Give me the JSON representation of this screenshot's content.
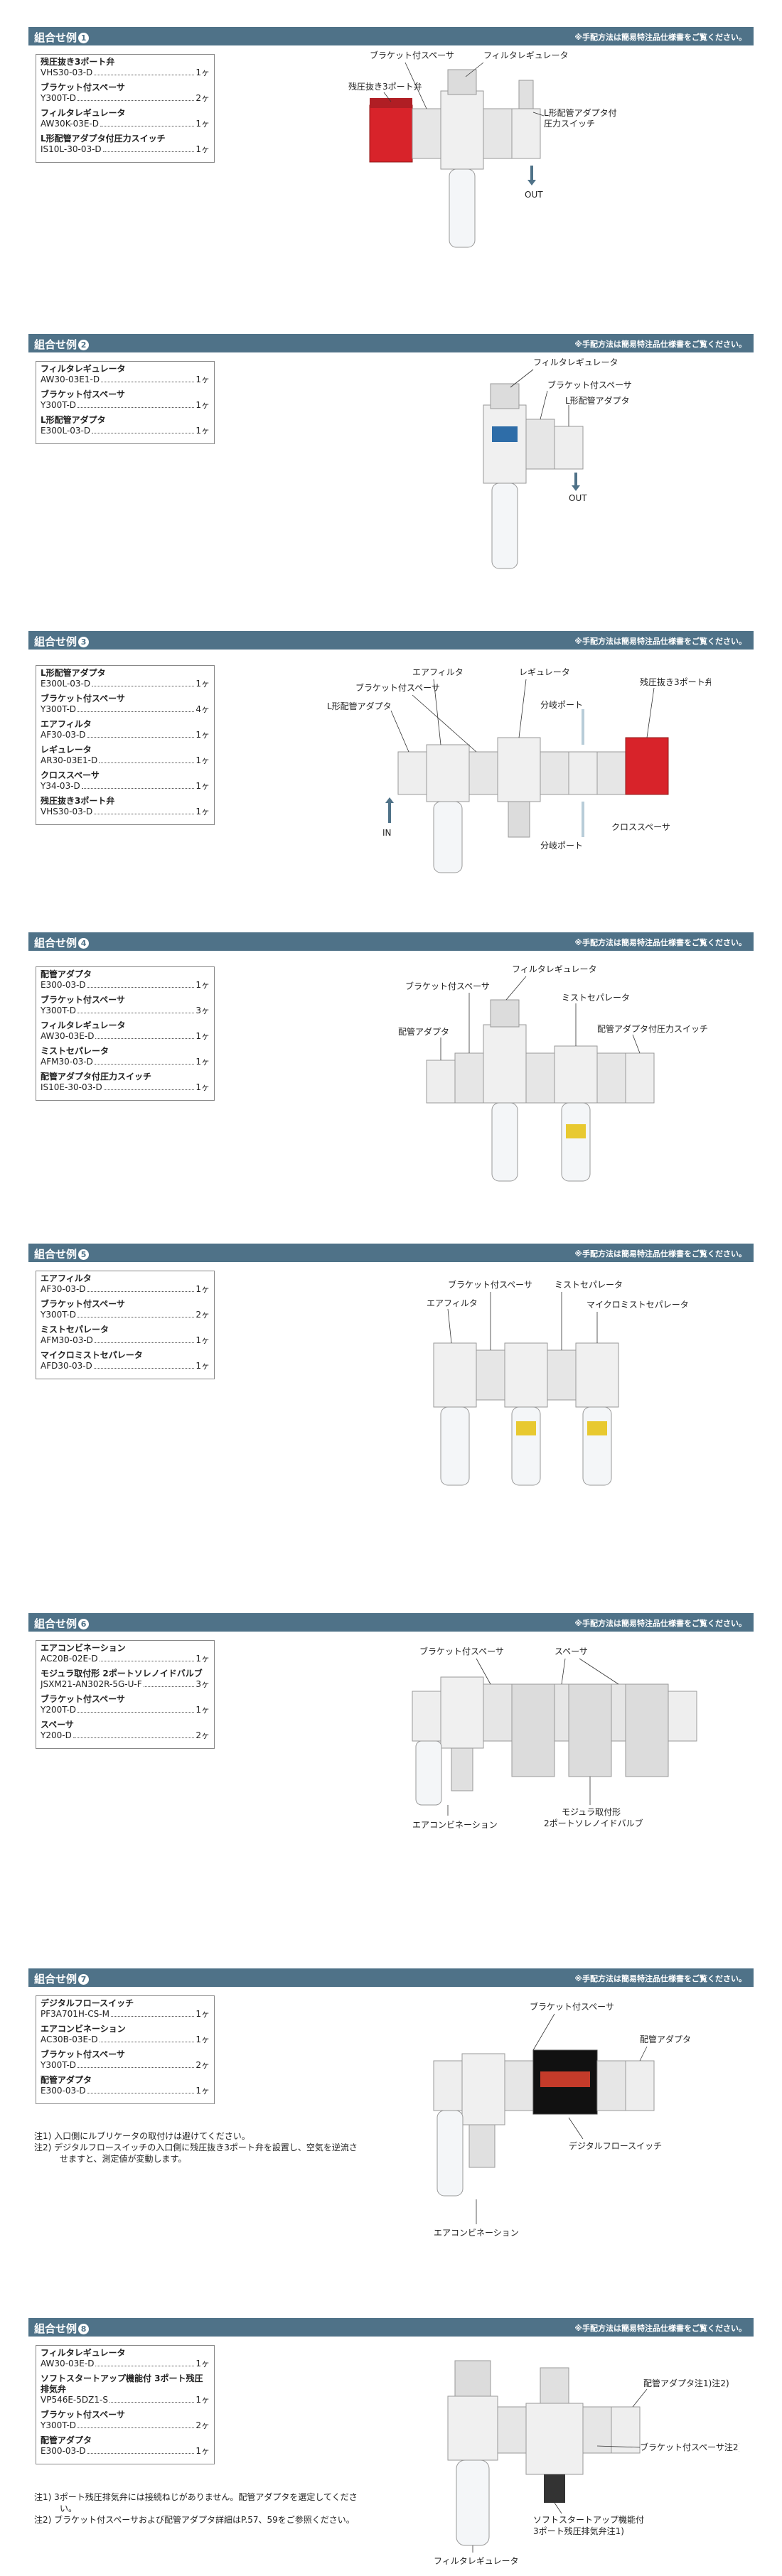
{
  "header_note": "※手配方法は簡易特注品仕様書をご覧ください。",
  "examples": [
    {
      "title": "組合せ例",
      "num": "1",
      "items": [
        {
          "name": "残圧抜き3ポート弁",
          "code": "VHS30-03-D",
          "qty": "1ヶ"
        },
        {
          "name": "ブラケット付スペーサ",
          "code": "Y300T-D",
          "qty": "2ヶ"
        },
        {
          "name": "フィルタレギュレータ",
          "code": "AW30K-03E-D",
          "qty": "1ヶ"
        },
        {
          "name": "L形配管アダプタ付圧力スイッチ",
          "code": "IS10L-30-03-D",
          "qty": "1ヶ"
        }
      ],
      "labels": [
        "ブラケット付スペーサ",
        "フィルタレギュレータ",
        "残圧抜き3ポート弁",
        "L形配管アダプタ付",
        "圧力スイッチ",
        "OUT"
      ]
    },
    {
      "title": "組合せ例",
      "num": "2",
      "items": [
        {
          "name": "フィルタレギュレータ",
          "code": "AW30-03E1-D",
          "qty": "1ヶ"
        },
        {
          "name": "ブラケット付スペーサ",
          "code": "Y300T-D",
          "qty": "1ヶ"
        },
        {
          "name": "L形配管アダプタ",
          "code": "E300L-03-D",
          "qty": "1ヶ"
        }
      ],
      "labels": [
        "フィルタレギュレータ",
        "ブラケット付スペーサ",
        "L形配管アダプタ",
        "OUT"
      ]
    },
    {
      "title": "組合せ例",
      "num": "3",
      "items": [
        {
          "name": "L形配管アダプタ",
          "code": "E300L-03-D",
          "qty": "1ヶ"
        },
        {
          "name": "ブラケット付スペーサ",
          "code": "Y300T-D",
          "qty": "4ヶ"
        },
        {
          "name": "エアフィルタ",
          "code": "AF30-03-D",
          "qty": "1ヶ"
        },
        {
          "name": "レギュレータ",
          "code": "AR30-03E1-D",
          "qty": "1ヶ"
        },
        {
          "name": "クロススペーサ",
          "code": "Y34-03-D",
          "qty": "1ヶ"
        },
        {
          "name": "残圧抜き3ポート弁",
          "code": "VHS30-03-D",
          "qty": "1ヶ"
        }
      ],
      "labels": [
        "エアフィルタ",
        "レギュレータ",
        "ブラケット付スペーサ",
        "残圧抜き3ポート弁",
        "L形配管アダプタ",
        "分岐ポート",
        "IN",
        "分岐ポート",
        "クロススペーサ"
      ]
    },
    {
      "title": "組合せ例",
      "num": "4",
      "items": [
        {
          "name": "配管アダプタ",
          "code": "E300-03-D",
          "qty": "1ヶ"
        },
        {
          "name": "ブラケット付スペーサ",
          "code": "Y300T-D",
          "qty": "3ヶ"
        },
        {
          "name": "フィルタレギュレータ",
          "code": "AW30-03E-D",
          "qty": "1ヶ"
        },
        {
          "name": "ミストセパレータ",
          "code": "AFM30-03-D",
          "qty": "1ヶ"
        },
        {
          "name": "配管アダプタ付圧力スイッチ",
          "code": "IS10E-30-03-D",
          "qty": "1ヶ"
        }
      ],
      "labels": [
        "フィルタレギュレータ",
        "ブラケット付スペーサ",
        "ミストセパレータ",
        "配管アダプタ",
        "配管アダプタ付圧力スイッチ"
      ]
    },
    {
      "title": "組合せ例",
      "num": "5",
      "items": [
        {
          "name": "エアフィルタ",
          "code": "AF30-03-D",
          "qty": "1ヶ"
        },
        {
          "name": "ブラケット付スペーサ",
          "code": "Y300T-D",
          "qty": "2ヶ"
        },
        {
          "name": "ミストセパレータ",
          "code": "AFM30-03-D",
          "qty": "1ヶ"
        },
        {
          "name": "マイクロミストセパレータ",
          "code": "AFD30-03-D",
          "qty": "1ヶ"
        }
      ],
      "labels": [
        "ブラケット付スペーサ",
        "ミストセパレータ",
        "エアフィルタ",
        "マイクロミストセパレータ"
      ]
    },
    {
      "title": "組合せ例",
      "num": "6",
      "items": [
        {
          "name": "エアコンビネーション",
          "code": "AC20B-02E-D",
          "qty": "1ヶ"
        },
        {
          "name": "モジュラ取付形 2ポートソレノイドバルブ",
          "code": "JSXM21-AN302R-5G-U-F",
          "qty": "3ヶ"
        },
        {
          "name": "ブラケット付スペーサ",
          "code": "Y200T-D",
          "qty": "1ヶ"
        },
        {
          "name": "スペーサ",
          "code": "Y200-D",
          "qty": "2ヶ"
        }
      ],
      "labels": [
        "ブラケット付スペーサ",
        "スペーサ",
        "エアコンビネーション",
        "モジュラ取付形",
        "2ポートソレノイドバルブ"
      ]
    },
    {
      "title": "組合せ例",
      "num": "7",
      "items": [
        {
          "name": "デジタルフロースイッチ",
          "code": "PF3A701H-CS-M",
          "qty": "1ヶ"
        },
        {
          "name": "エアコンビネーション",
          "code": "AC30B-03E-D",
          "qty": "1ヶ"
        },
        {
          "name": "ブラケット付スペーサ",
          "code": "Y300T-D",
          "qty": "2ヶ"
        },
        {
          "name": "配管アダプタ",
          "code": "E300-03-D",
          "qty": "1ヶ"
        }
      ],
      "notes": [
        "注1) 入口側にルブリケータの取付けは避けてください。",
        "注2) デジタルフロースイッチの入口側に残圧抜き3ポート弁を設置し、空気を逆流させますと、測定値が変動します。"
      ],
      "labels": [
        "ブラケット付スペーサ",
        "配管アダプタ",
        "デジタルフロースイッチ",
        "エアコンビネーション"
      ]
    },
    {
      "title": "組合せ例",
      "num": "8",
      "items": [
        {
          "name": "フィルタレギュレータ",
          "code": "AW30-03E-D",
          "qty": "1ヶ"
        },
        {
          "name": "ソフトスタートアップ機能付 3ポート残圧排気弁",
          "code": "VP546E-5DZ1-S",
          "qty": "1ヶ"
        },
        {
          "name": "ブラケット付スペーサ",
          "code": "Y300T-D",
          "qty": "2ヶ"
        },
        {
          "name": "配管アダプタ",
          "code": "E300-03-D",
          "qty": "1ヶ"
        }
      ],
      "notes": [
        "注1) 3ポート残圧排気弁には接続ねじがありません。配管アダプタを選定してください。",
        "注2) ブラケット付スペーサおよび配管アダプタ詳細はP.57、59をご参照ください。"
      ],
      "labels": [
        "配管アダプタ注1)注2)",
        "ブラケット付スペーサ注2)",
        "ソフトスタートアップ機能付",
        "3ポート残圧排気弁注1)",
        "フィルタレギュレータ"
      ]
    }
  ]
}
